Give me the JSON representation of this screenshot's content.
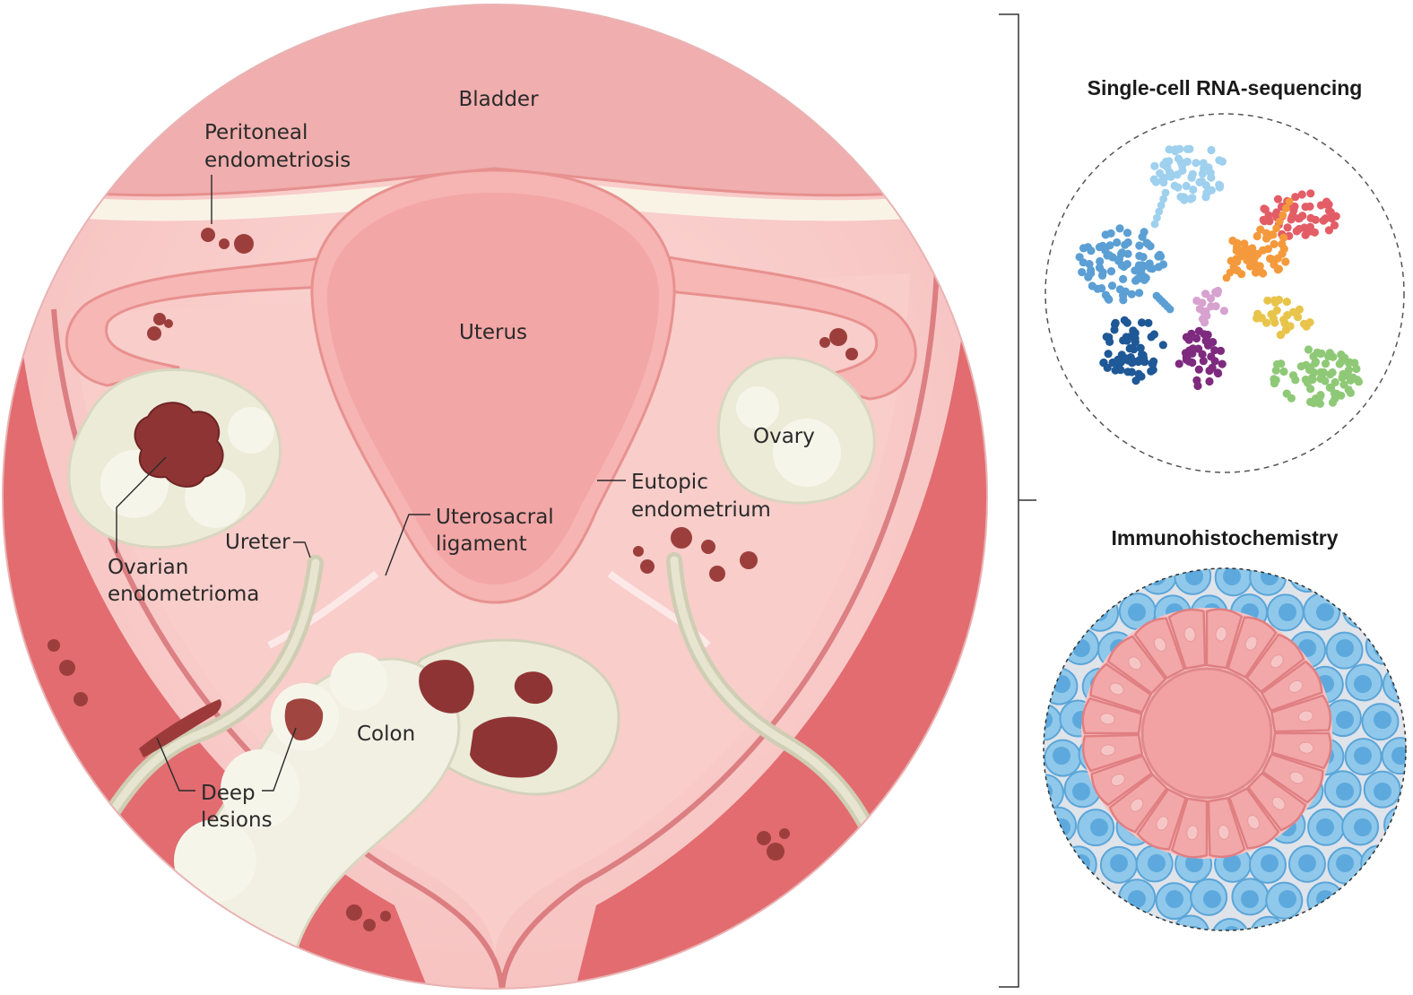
{
  "labels": {
    "bladder": "Bladder",
    "peritoneal_line1": "Peritoneal",
    "peritoneal_line2": "endometriosis",
    "uterus": "Uterus",
    "ovary": "Ovary",
    "eutopic_line1": "Eutopic",
    "eutopic_line2": "endometrium",
    "uterosacral_line1": "Uterosacral",
    "uterosacral_line2": "ligament",
    "ureter": "Ureter",
    "ovarian_line1": "Ovarian",
    "ovarian_line2": "endometrioma",
    "colon": "Colon",
    "deep_line1": "Deep",
    "deep_line2": "lesions"
  },
  "panels": {
    "scrna_title": "Single-cell RNA-sequencing",
    "ihc_title": "Immunohistochemistry"
  },
  "colors": {
    "tissue_pink": "#f7c9c6",
    "muscle_red": "#e46f72",
    "uterus_pink": "#f3a9a8",
    "lesion": "#8f3434",
    "ovary_white": "#eeeee0",
    "stroma_blue": "#8fc8ea",
    "epithelium_pink": "#f2a8a8"
  },
  "clusters": [
    {
      "color": "#9fd0ee"
    },
    {
      "color": "#e35d67"
    },
    {
      "color": "#f49a3c"
    },
    {
      "color": "#5b9fd4"
    },
    {
      "color": "#d7a2cf"
    },
    {
      "color": "#1f5896"
    },
    {
      "color": "#7e2a7e"
    },
    {
      "color": "#e9c44b"
    },
    {
      "color": "#8fc977"
    }
  ]
}
